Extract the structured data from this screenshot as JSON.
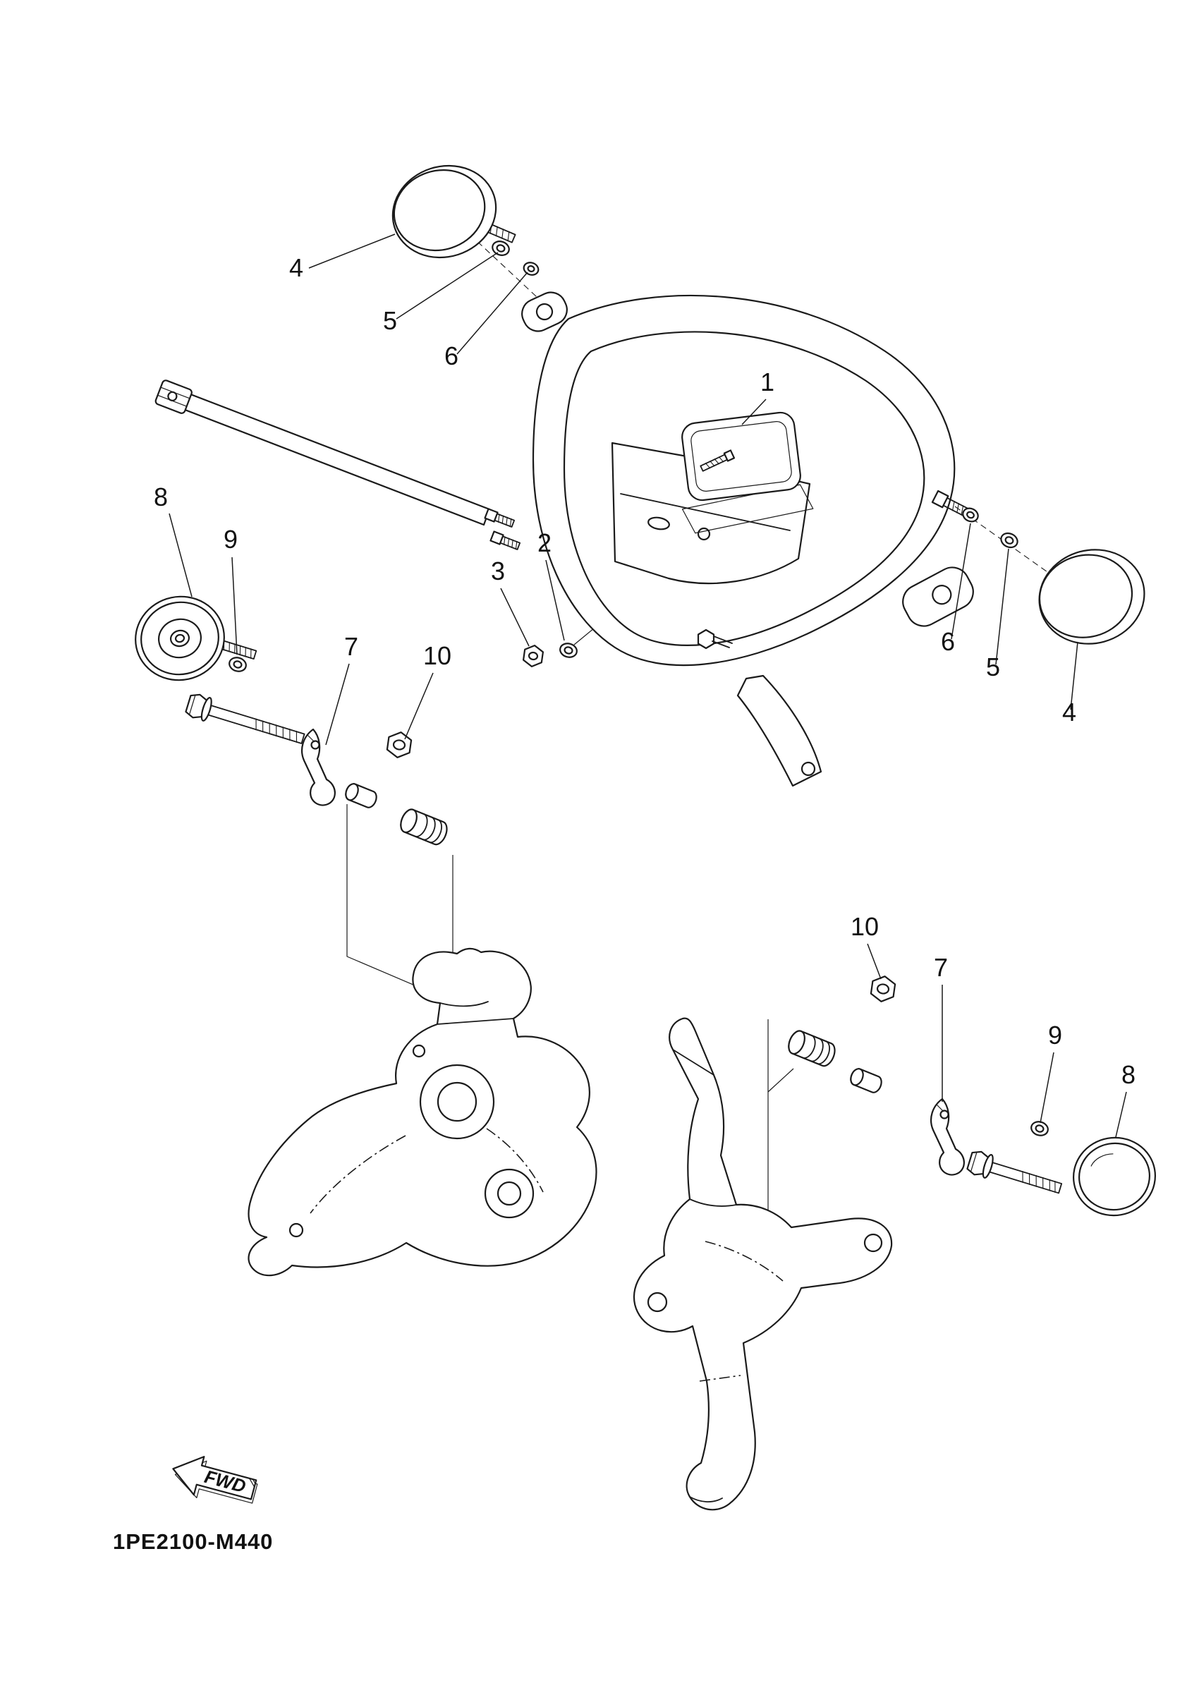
{
  "diagram": {
    "drawing_code": "1PE2100-M440",
    "fwd_label": "FWD",
    "callout_numbers": [
      "4",
      "5",
      "6",
      "1",
      "2",
      "3",
      "8",
      "9",
      "7",
      "10",
      "6",
      "5",
      "4",
      "10",
      "7",
      "9",
      "8"
    ]
  }
}
